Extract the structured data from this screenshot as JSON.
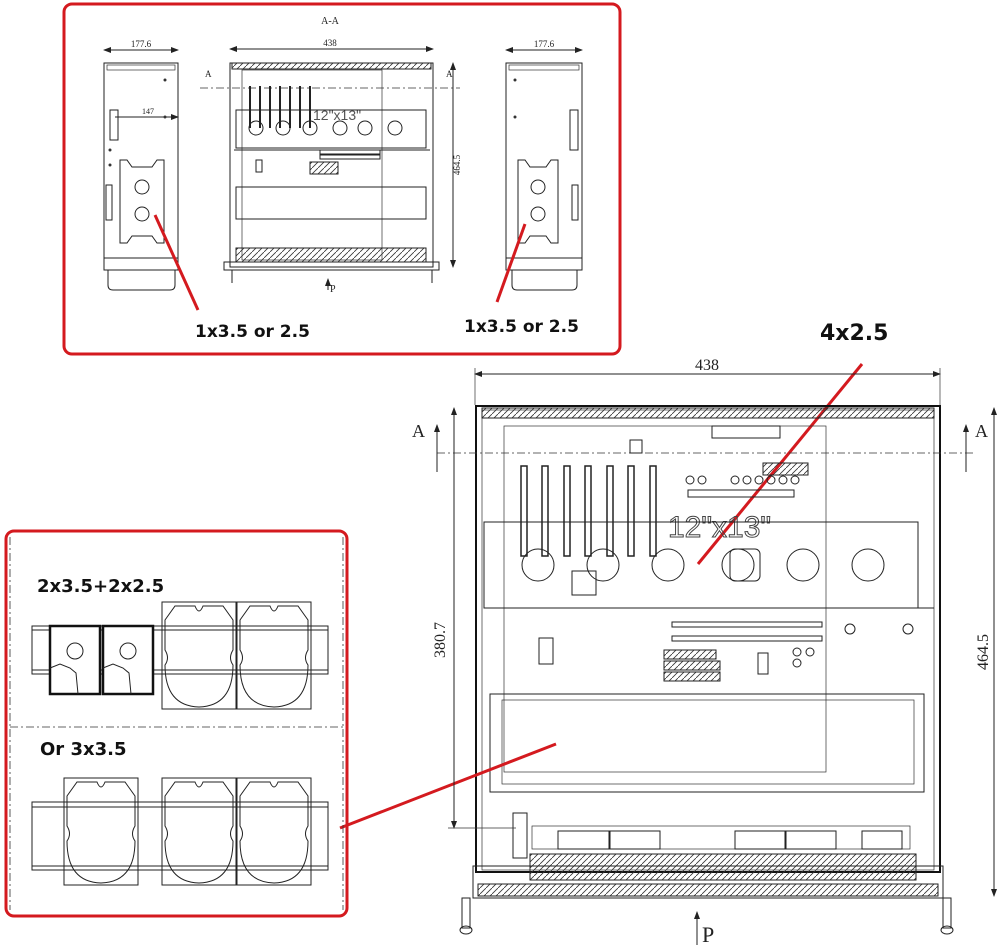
{
  "title": "Rackmount chassis drive bay configurations",
  "top_panel": {
    "section_label": "A-A",
    "left_side_view": {
      "width_dim": "177.6",
      "inner_dim": "147",
      "callout": "1x3.5 or 2.5"
    },
    "center_view": {
      "width_dim": "438",
      "height_dim": "464.5",
      "section_mark_left": "A",
      "section_mark_right": "A",
      "front_mark": "P",
      "board_label": "12\"x13\""
    },
    "right_side_view": {
      "width_dim": "177.6",
      "callout": "1x3.5 or 2.5"
    }
  },
  "main_view": {
    "callout": "4x2.5",
    "width_dim": "438",
    "depth_dim": "380.7",
    "height_dim": "464.5",
    "section_mark_left": "A",
    "section_mark_right": "A",
    "front_mark": "P",
    "board_label": "12\"x13\""
  },
  "bay_panel": {
    "config_1_label": "2x3.5+2x2.5",
    "config_2_label": "Or 3x3.5"
  },
  "colors": {
    "annotation": "#d41a1f",
    "line": "#222222"
  }
}
